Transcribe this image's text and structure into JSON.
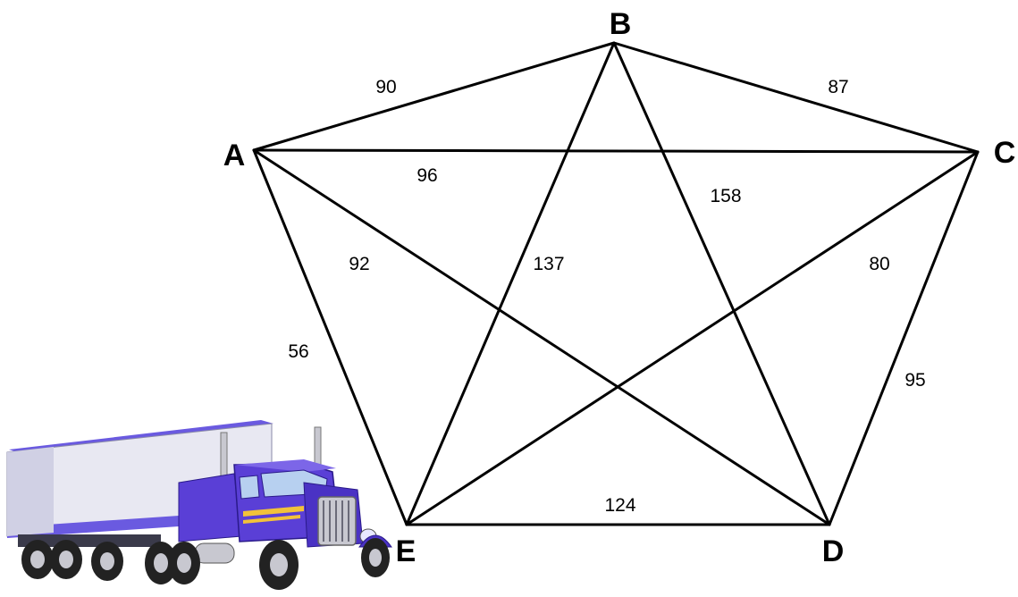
{
  "graph": {
    "nodes": [
      {
        "id": "A",
        "label": "A"
      },
      {
        "id": "B",
        "label": "B"
      },
      {
        "id": "C",
        "label": "C"
      },
      {
        "id": "D",
        "label": "D"
      },
      {
        "id": "E",
        "label": "E"
      }
    ],
    "edges": [
      {
        "from": "A",
        "to": "B",
        "weight": "90"
      },
      {
        "from": "B",
        "to": "C",
        "weight": "87"
      },
      {
        "from": "A",
        "to": "C",
        "weight": "96"
      },
      {
        "from": "A",
        "to": "D",
        "weight": "92"
      },
      {
        "from": "B",
        "to": "E",
        "weight": "137"
      },
      {
        "from": "B",
        "to": "D",
        "weight": "158"
      },
      {
        "from": "C",
        "to": "E",
        "weight": "80"
      },
      {
        "from": "A",
        "to": "E",
        "weight": "56"
      },
      {
        "from": "C",
        "to": "D",
        "weight": "95"
      },
      {
        "from": "E",
        "to": "D",
        "weight": "124"
      }
    ]
  },
  "illustration": {
    "icon": "semi-truck-icon",
    "colors": {
      "cab": "#5a3fd6",
      "cab_dark": "#2a1a8a",
      "trailer": "#e8e8f2",
      "trailer_top": "#6a5ae0",
      "chrome": "#c8c8d0",
      "stripe": "#f2c23a"
    }
  },
  "colors": {
    "edge": "#000000",
    "background": "#ffffff"
  }
}
